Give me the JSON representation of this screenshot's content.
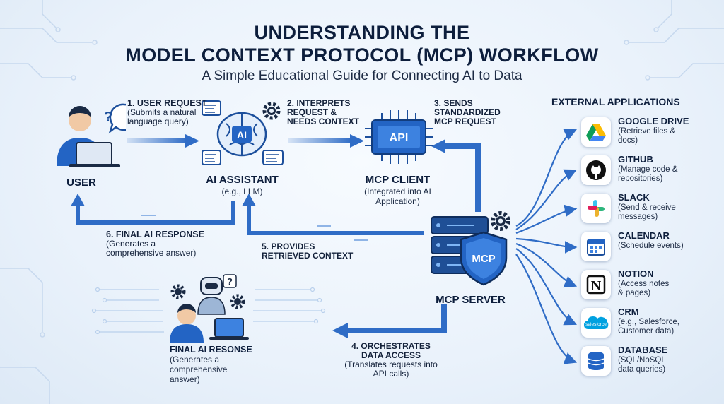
{
  "title": {
    "line1": "UNDERSTANDING THE",
    "line2": "MODEL CONTEXT PROTOCOL (MCP) WORKFLOW",
    "subtitle": "A Simple Educational Guide for Connecting AI to Data"
  },
  "nodes": {
    "user": {
      "label": "USER"
    },
    "assistant": {
      "label": "AI ASSISTANT",
      "sub": "(e.g., LLM)",
      "chip": "AI"
    },
    "client": {
      "label": "MCP CLIENT",
      "sub1": "(Integrated into AI",
      "sub2": "Application)",
      "chip": "API"
    },
    "server": {
      "label": "MCP SERVER",
      "shield": "MCP"
    },
    "final": {
      "label": "FINAL AI RESONSE",
      "sub1": "(Generates a",
      "sub2": "comprehensive",
      "sub3": "answer)"
    }
  },
  "steps": {
    "s1": {
      "title": "1. USER REQUEST",
      "l1": "(Submits a natural",
      "l2": "language query)"
    },
    "s2": {
      "l1": "2. INTERPRETS",
      "l2": "REQUEST &",
      "l3": "NEEDS CONTEXT"
    },
    "s3": {
      "l1": "3. SENDS",
      "l2": "STANDARDIZED",
      "l3": "MCP REQUEST"
    },
    "s4": {
      "l1": "4. ORCHESTRATES",
      "l2": "DATA ACCESS",
      "l3": "(Translates requests into",
      "l4": "API calls)"
    },
    "s5": {
      "l1": "5. PROVIDES",
      "l2": "RETRIEVED CONTEXT"
    },
    "s6": {
      "title": "6. FINAL AI RESPONSE",
      "l1": "(Generates a",
      "l2": "comprehensive answer)"
    }
  },
  "external": {
    "heading": "EXTERNAL APPLICATIONS",
    "apps": [
      {
        "name": "GOOGLE DRIVE",
        "d1": "(Retrieve files &",
        "d2": "docs)",
        "icon": "google-drive-icon"
      },
      {
        "name": "GITHUB",
        "d1": "(Manage code &",
        "d2": "repositories)",
        "icon": "github-icon"
      },
      {
        "name": "SLACK",
        "d1": "(Send & receive",
        "d2": "messages)",
        "icon": "slack-icon"
      },
      {
        "name": "CALENDAR",
        "d1": "(Schedule events)",
        "d2": "",
        "icon": "calendar-icon"
      },
      {
        "name": "NOTION",
        "d1": "(Access notes",
        "d2": "& pages)",
        "icon": "notion-icon",
        "glyph": "N"
      },
      {
        "name": "CRM",
        "d1": "(e.g., Salesforce,",
        "d2": "Customer data)",
        "icon": "salesforce-icon",
        "glyph": "salesforce"
      },
      {
        "name": "DATABASE",
        "d1": "(SQL/NoSQL",
        "d2": "data queries)",
        "icon": "database-icon"
      }
    ]
  },
  "colors": {
    "arrow": "#2f6cc6",
    "dark_navy": "#0d1e3c",
    "chip_blue": "#2364c4",
    "skin": "#f1c9a5"
  }
}
